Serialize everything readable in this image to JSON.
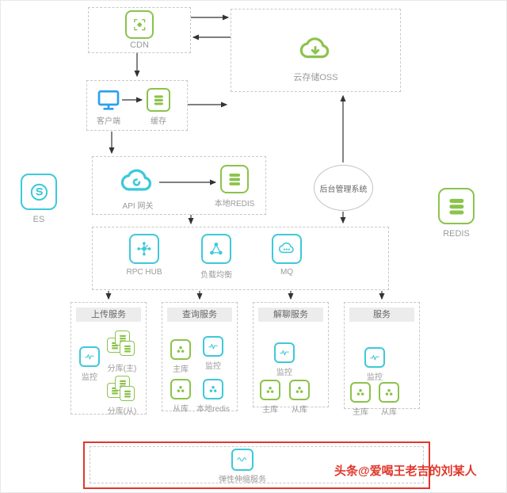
{
  "diagram": {
    "cdn": "CDN",
    "oss": "云存储OSS",
    "client": "客户端",
    "cache": "缓存",
    "api_gateway": "API 网关",
    "local_redis": "本地REDIS",
    "admin_system": "后台管理系统",
    "es": "ES",
    "redis": "REDIS",
    "rpc_hub": "RPC HUB",
    "load_balance": "负载均衡",
    "mq": "MQ",
    "elastic": "弹性伸缩服务"
  },
  "groups": [
    {
      "title": "上传服务",
      "items": [
        {
          "label": "监控"
        },
        {
          "label": "分库(主)"
        },
        {
          "label": "分库(从)"
        }
      ]
    },
    {
      "title": "查询服务",
      "items": [
        {
          "label": "主库"
        },
        {
          "label": "监控"
        },
        {
          "label": "从库"
        },
        {
          "label": "本地redis"
        }
      ]
    },
    {
      "title": "解聊服务",
      "items": [
        {
          "label": "监控"
        },
        {
          "label": "主库"
        },
        {
          "label": "从库"
        }
      ]
    },
    {
      "title": "服务",
      "items": [
        {
          "label": "监控"
        },
        {
          "label": "主库"
        },
        {
          "label": "从库"
        }
      ]
    }
  ],
  "watermark": "头条@爱喝王老吉的刘某人",
  "colors": {
    "green": "#8bc34a",
    "teal": "#3ec9d9",
    "blue": "#2b9ff0",
    "red": "#e0372c"
  }
}
